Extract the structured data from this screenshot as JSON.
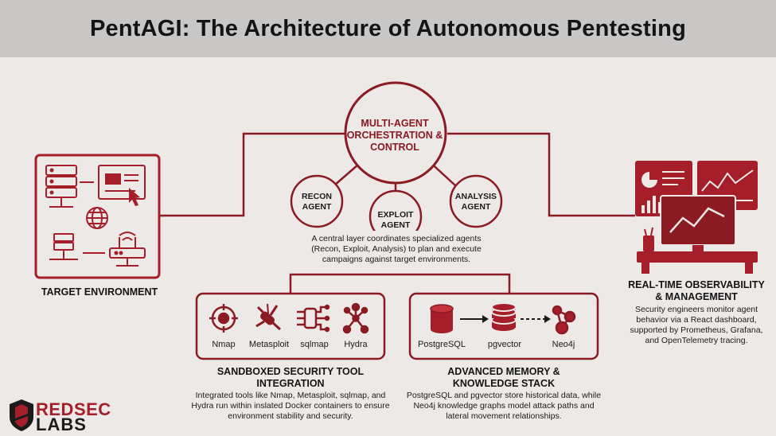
{
  "title": "PentAGI: The Architecture of Autonomous Pentesting",
  "orchestration": {
    "label": "MULTI-AGENT ORCHESTRATION & CONTROL",
    "description": "A central layer coordinates specialized agents (Recon, Exploit, Analysis) to plan and execute campaigns against target environments."
  },
  "agents": [
    {
      "label": "RECON AGENT"
    },
    {
      "label": "EXPLOIT AGENT"
    },
    {
      "label": "ANALYSIS AGENT"
    }
  ],
  "target_environment": {
    "label": "TARGET ENVIRONMENT"
  },
  "observability": {
    "heading": "REAL-TIME OBSERVABILITY & MANAGEMENT",
    "description": "Security engineers monitor agent behavior via a React dashboard, supported by Prometheus, Grafana, and OpenTelemetry tracing."
  },
  "tools": {
    "items": [
      {
        "label": "Nmap",
        "icon": "target-icon"
      },
      {
        "label": "Metasploit",
        "icon": "swiss-knife-icon"
      },
      {
        "label": "sqlmap",
        "icon": "circuit-icon"
      },
      {
        "label": "Hydra",
        "icon": "network-tree-icon"
      }
    ],
    "heading": "SANDBOXED SECURITY TOOL INTEGRATION",
    "description": "Integrated tools like Nmap, Metasploit, sqlmap, and Hydra run within inslated Docker containers to ensure environment stability and security."
  },
  "memory": {
    "items": [
      {
        "label": "PostgreSQL",
        "icon": "database-icon"
      },
      {
        "label": "pgvector",
        "icon": "vector-db-icon"
      },
      {
        "label": "Neo4j",
        "icon": "graph-icon"
      }
    ],
    "heading": "ADVANCED MEMORY & KNOWLEDGE STACK",
    "description": "PostgreSQL and pgvector store historical data, while Neo4j knowledge graphs model attack paths and lateral movement relationships."
  },
  "logo": {
    "line1": "REDSEC",
    "line2": "LABS"
  },
  "colors": {
    "accent": "#a61e29",
    "dark_red": "#8b1a22",
    "background": "#ece9e6",
    "title_bar": "#c9c7c5"
  }
}
